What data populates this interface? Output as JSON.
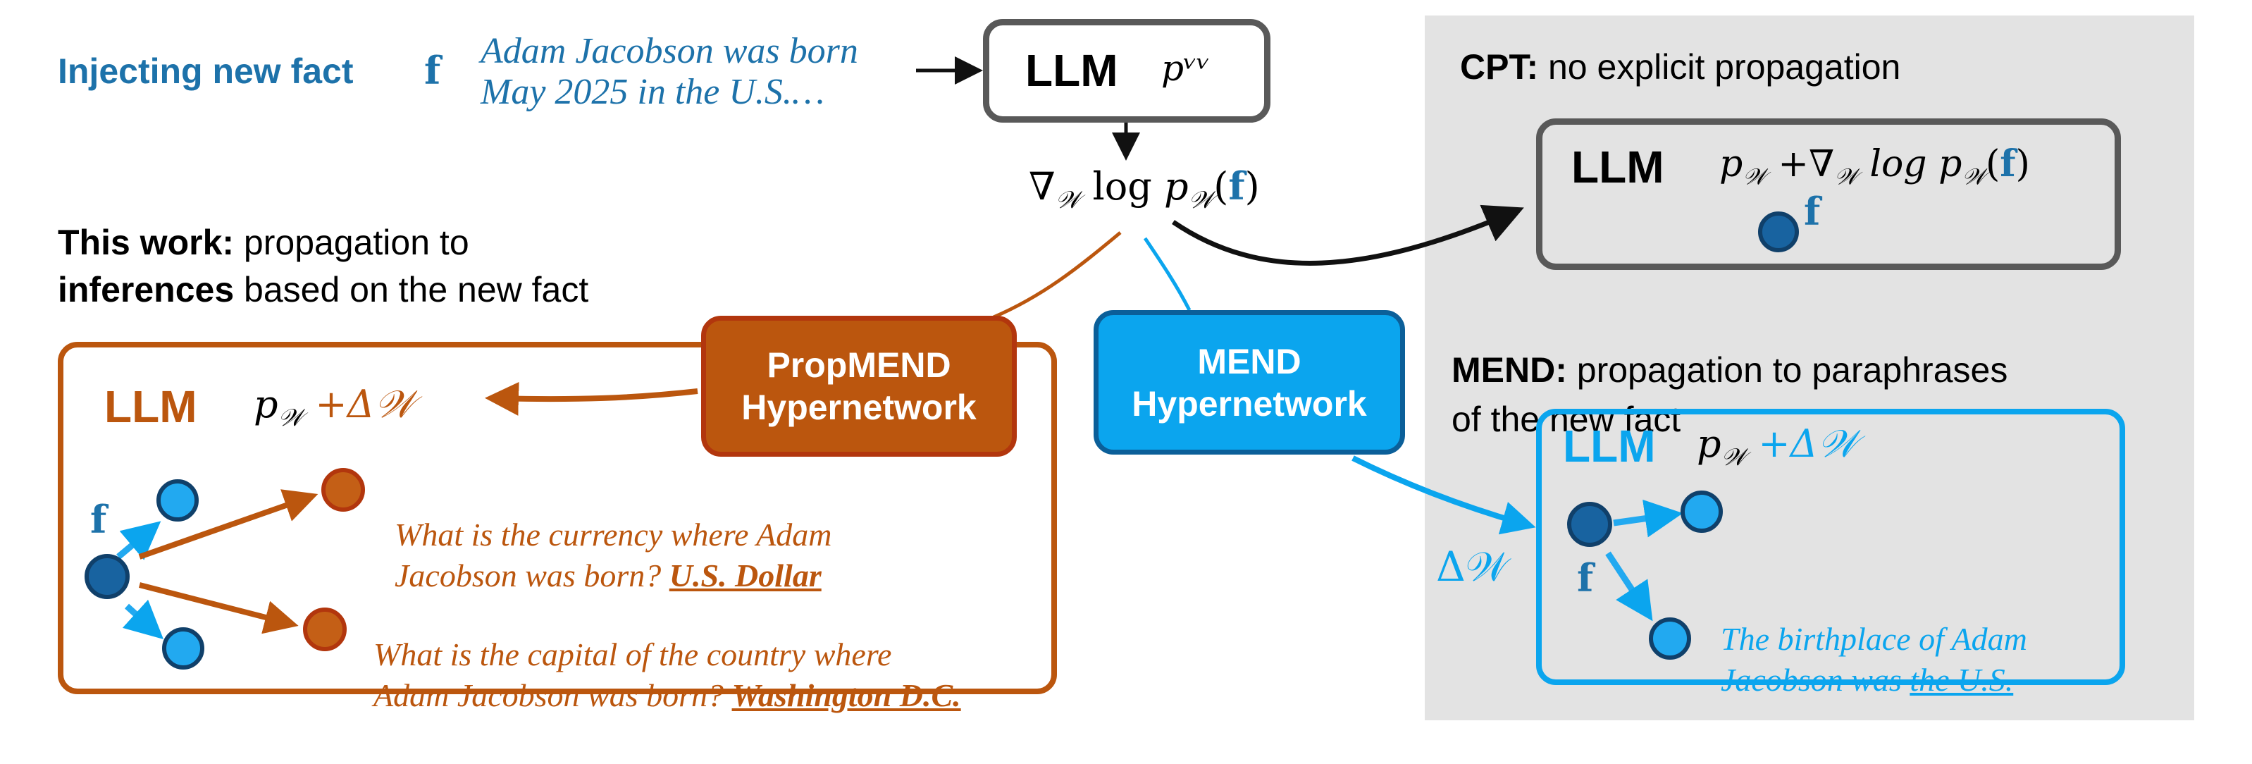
{
  "colors": {
    "blue_dark": "#1d72aa",
    "blue_light": "#0ba5ee",
    "orange": "#bb560e",
    "orange_border": "#b2360d",
    "gray_panel": "#e3e3e3",
    "gray_border": "#595959",
    "node_dark": "#1863a0",
    "node_light": "#22a9f0",
    "node_orange": "#c45f16"
  },
  "header": {
    "inject_label": "Injecting new fact",
    "fact_symbol": "f",
    "fact_text": "Adam Jacobson was born\nMay 2025 in the U.S.…"
  },
  "llm_top": {
    "label": "LLM",
    "math": "pᵛᵛ"
  },
  "gradient": {
    "prefix": "∇",
    "sub": "𝒲",
    "mid": " log ",
    "p": "p",
    "psub": "𝒲",
    "open": "(",
    "f": "f",
    "close": ")"
  },
  "cpt": {
    "title_bold": "CPT:",
    "title_rest": " no explicit propagation",
    "llm_label": "LLM",
    "math_a": "p",
    "math_a_sub": "𝒲",
    "math_b": " +∇",
    "math_b_sub": "𝒲",
    "math_c": " log p",
    "math_c_sub": "𝒲",
    "math_open": "(",
    "math_f": "f",
    "math_close": ")",
    "node_label": "f"
  },
  "this_work": {
    "line1_bold": "This work:",
    "line1_rest": " propagation to",
    "line2_bold": "inferences",
    "line2_rest": " based on the new fact"
  },
  "propmend": {
    "hyper_label": "PropMEND\nHypernetwork",
    "llm_label": "LLM",
    "math_p": "p",
    "math_sub": "𝒲",
    "math_rest": " +Δ𝒲",
    "node_label": "f",
    "q1": "What is the currency where Adam\nJacobson was born? ",
    "a1": "U.S. Dollar",
    "q2": "What is the capital of the country where\nAdam Jacobson was born? ",
    "a2": "Washington D.C."
  },
  "mend": {
    "hyper_label": "MEND\nHypernetwork",
    "title_bold": "MEND:",
    "title_rest": " propagation to paraphrases\nof the new fact",
    "delta_label": "Δ𝒲",
    "llm_label": "LLM",
    "math_p": "p",
    "math_sub": "𝒲",
    "math_rest": " +Δ𝒲",
    "node_label": "f",
    "paraphrase": "The birthplace of Adam\nJacobson was ",
    "paraphrase_answer": "the U.S."
  }
}
